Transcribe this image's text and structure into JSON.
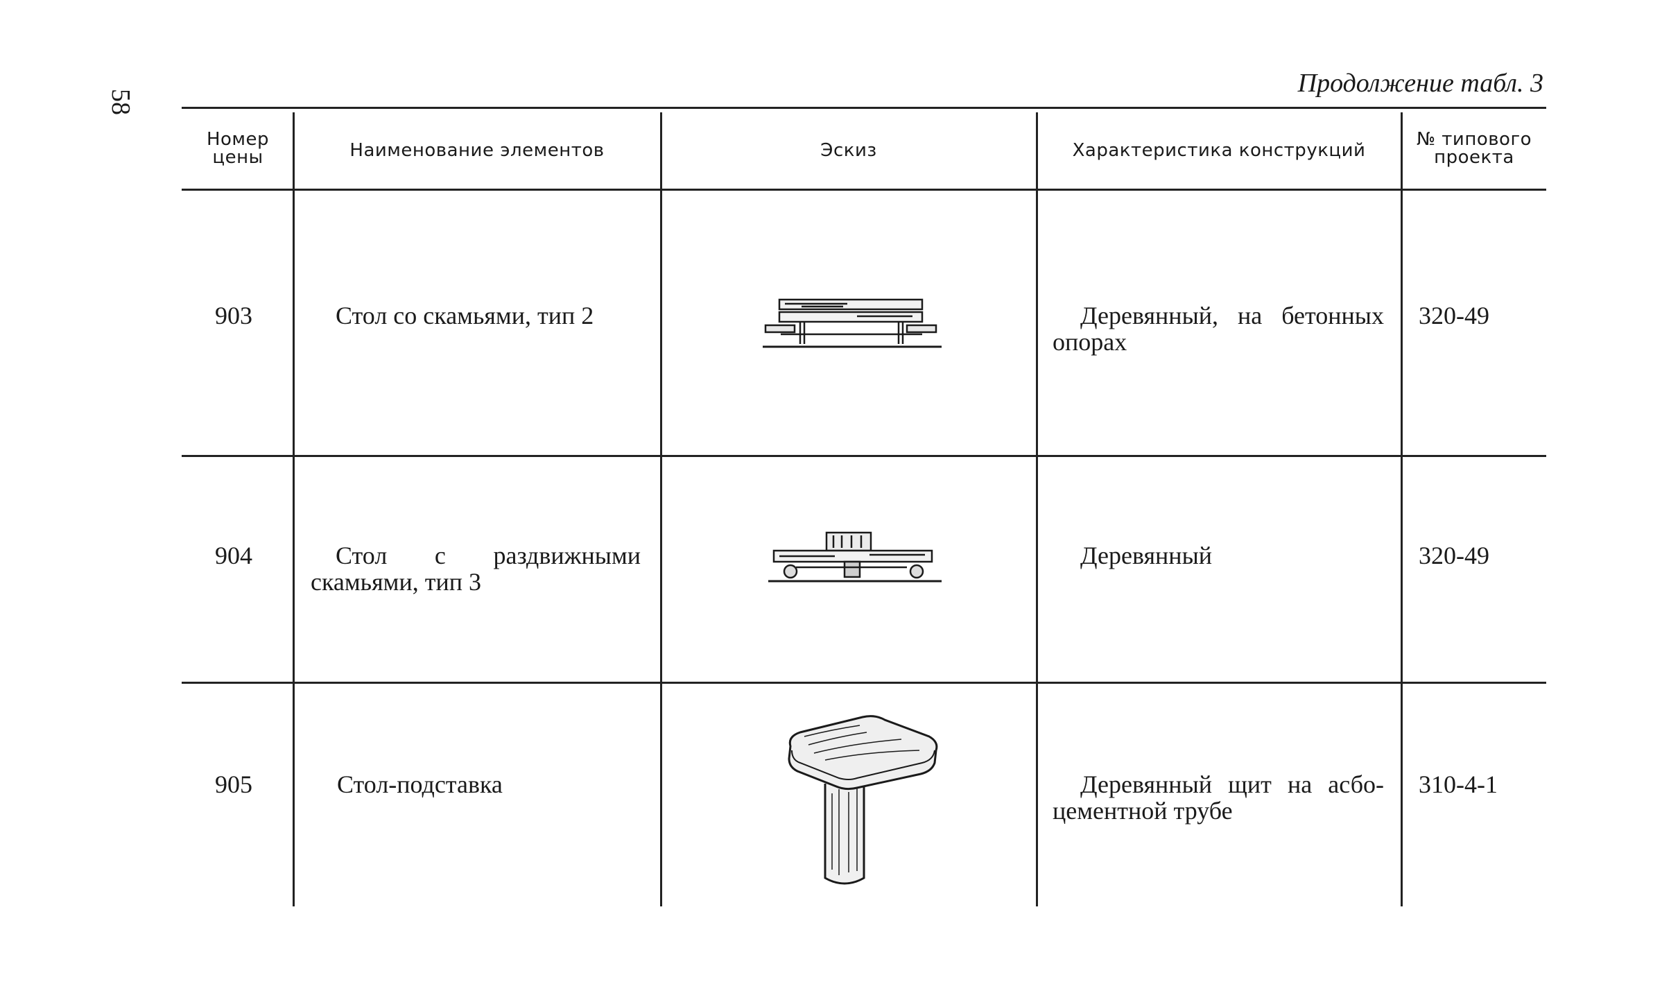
{
  "page_number": "58",
  "continuation_label": "Продолжение табл. 3",
  "columns": [
    {
      "line1": "Номер",
      "line2": "цены"
    },
    {
      "line1": "Наименование элементов",
      "line2": ""
    },
    {
      "line1": "Эскиз",
      "line2": ""
    },
    {
      "line1": "Характеристика конструкций",
      "line2": ""
    },
    {
      "line1": "№ типового",
      "line2": "проекта"
    }
  ],
  "rows": [
    {
      "price_no": "903",
      "name": "Стол со скамьями, тип 2",
      "sketch_icon": "table-with-benches-icon",
      "characteristic": "Деревянный, на бетонных опорах",
      "project": "320-49"
    },
    {
      "price_no": "904",
      "name": "Стол с раздвижными скамьями, тип 3",
      "sketch_icon": "table-with-sliding-benches-icon",
      "characteristic": "Деревянный",
      "project": "320-49"
    },
    {
      "price_no": "905",
      "name": "Стол-подставка",
      "sketch_icon": "stand-table-icon",
      "characteristic": "Деревянный щит на асбо-цементной трубе",
      "project": "310-4-1"
    }
  ]
}
